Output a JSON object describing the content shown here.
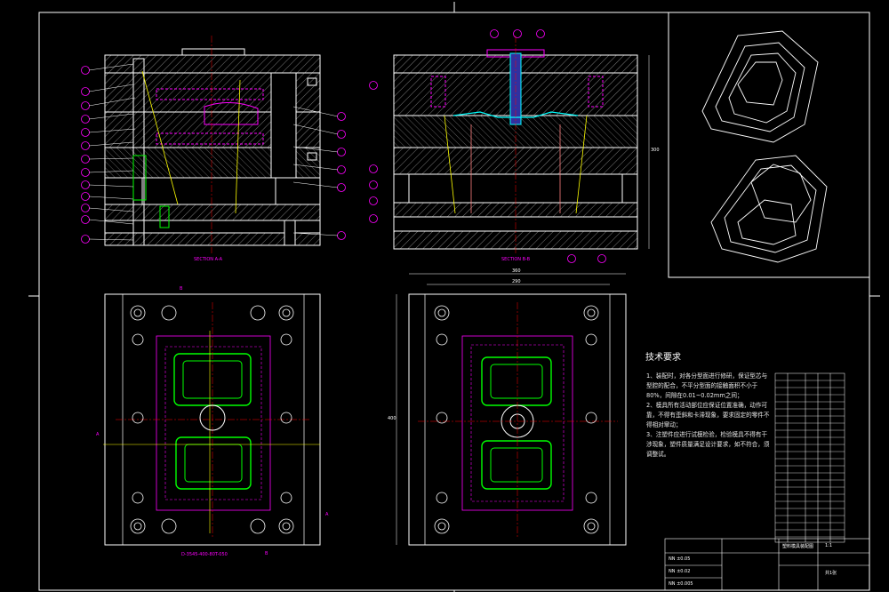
{
  "drawing": {
    "section_a_label": "SECTION A-A",
    "section_b_label": "SECTION B-B",
    "plan_view_label": "D-3545-400-80T-050",
    "dim_top_outer": "360",
    "dim_top_inner": "290",
    "dim_side_height": "300",
    "dim_plan_height": "400",
    "cut_mark_a": "A",
    "cut_mark_b": "B"
  },
  "notes": {
    "title": "技术要求",
    "items": [
      "1、装配时，对各分型面进行修研，保证型芯与型腔的配合，不平分型面的接触面积不小于80%，间隙在0.01~0.02mm之间；",
      "2、模具所有活动部位应保证位置准确，动作可靠，不得有歪斜和卡滞现象，要求固定的零件不得相对窜动；",
      "3、注塑件应进行试模检验，检验模具不得有干涉现象，塑件质量满足设计要求，如不符合，须调整试。"
    ]
  },
  "title_block": {
    "drawing_name": "塑料模具装配图",
    "scale": "1:1",
    "sheet": "共1张",
    "tolerance_rows": [
      "NN ±0.05",
      "NN ±0.02",
      "NN ±0.005"
    ]
  },
  "colors": {
    "background": "#000000",
    "frame": "#ffffff",
    "hatch": "#c8c8c8",
    "balloon": "#ff00ff",
    "part": "#00ff00",
    "section": "#ff00ff",
    "axis": "#ffff00",
    "accent": "#00ffff"
  }
}
